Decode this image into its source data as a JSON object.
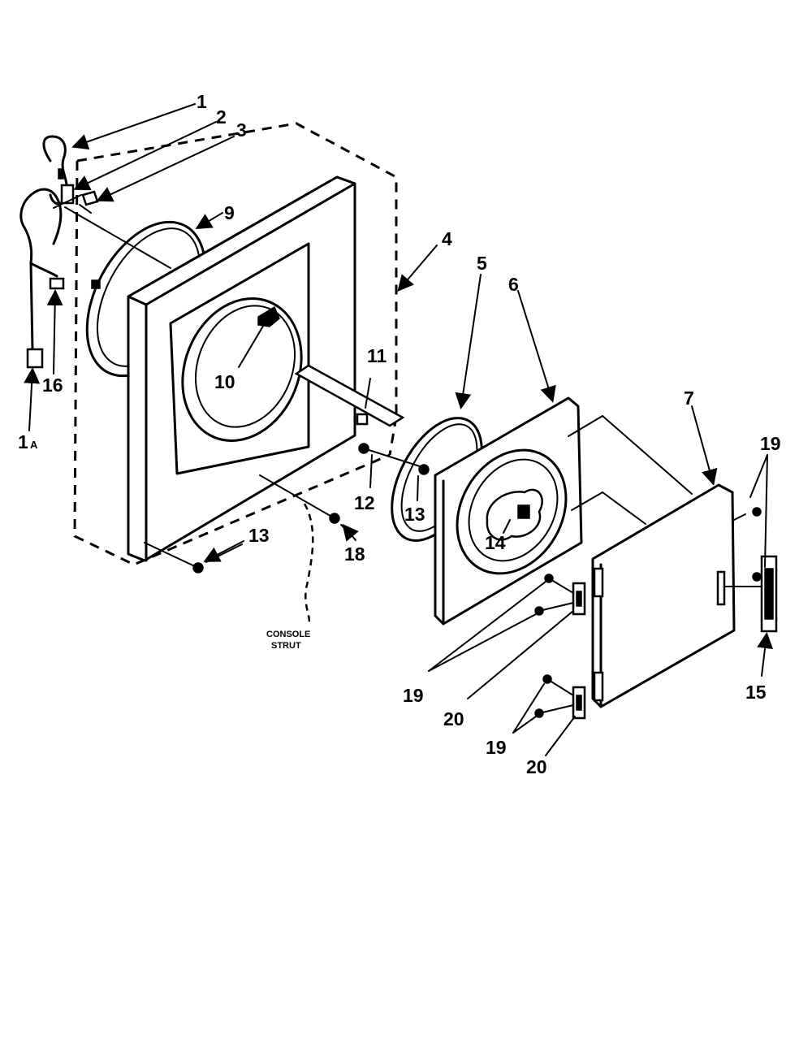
{
  "diagram": {
    "labels": {
      "p1": "1",
      "p1a_main": "1",
      "p1a_sub": "A",
      "p2": "2",
      "p3": "3",
      "p4": "4",
      "p5": "5",
      "p6": "6",
      "p7": "7",
      "p9": "9",
      "p10": "10",
      "p11": "11",
      "p12": "12",
      "p13_left": "13",
      "p13_mid": "13",
      "p14": "14",
      "p15": "15",
      "p16": "16",
      "p18": "18",
      "p19_right": "19",
      "p19_mid": "19",
      "p19_low": "19",
      "p20_mid": "20",
      "p20_low": "20"
    },
    "callout": {
      "line1": "CONSOLE",
      "line2": "STRUT"
    }
  }
}
